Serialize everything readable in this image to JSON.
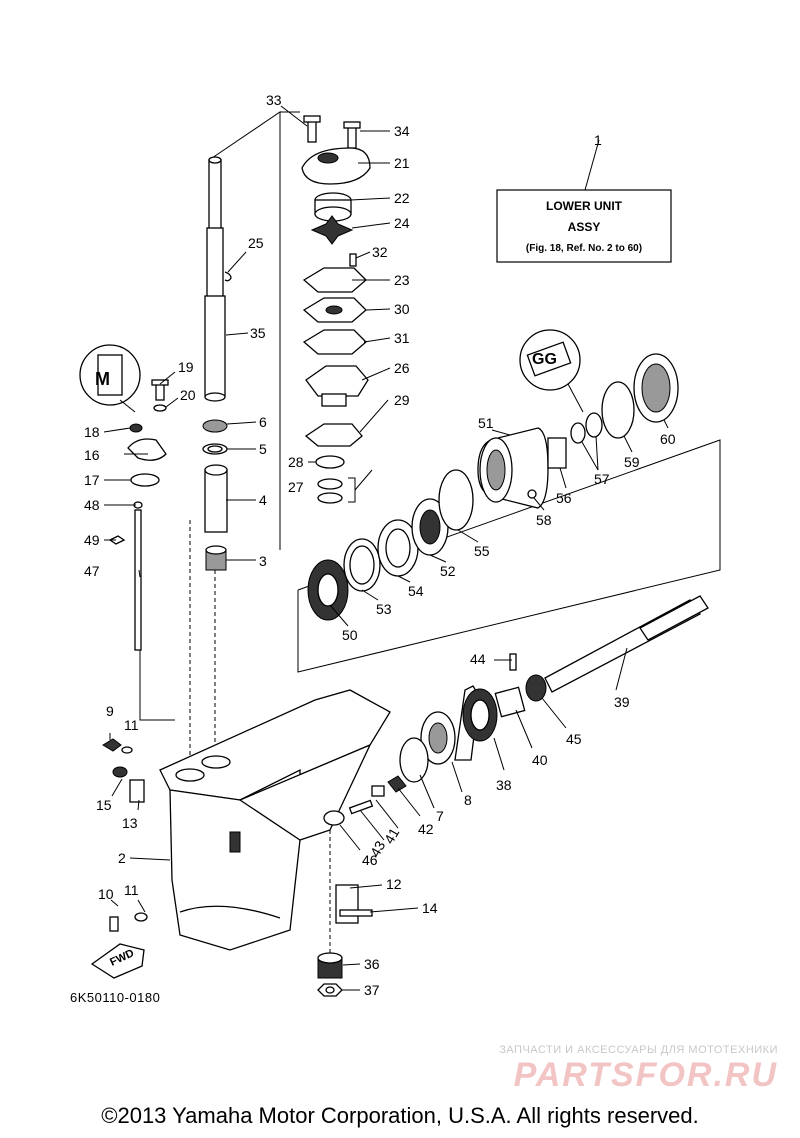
{
  "legend": {
    "callout": "1",
    "line1": "LOWER  UNIT",
    "line2": "ASSY",
    "line3": "(Fig. 18, Ref. No. 2 to 60)"
  },
  "callouts": [
    "2",
    "3",
    "4",
    "5",
    "6",
    "7",
    "8",
    "9",
    "10",
    "11",
    "11",
    "12",
    "13",
    "14",
    "15",
    "16",
    "17",
    "18",
    "19",
    "20",
    "21",
    "22",
    "23",
    "24",
    "25",
    "26",
    "27",
    "28",
    "29",
    "30",
    "31",
    "32",
    "33",
    "34",
    "35",
    "36",
    "37",
    "38",
    "39",
    "40",
    "41",
    "42",
    "43",
    "44",
    "45",
    "46",
    "47",
    "48",
    "49",
    "50",
    "51",
    "52",
    "53",
    "54",
    "55",
    "56",
    "57",
    "58",
    "59",
    "60"
  ],
  "labels": {
    "fwd": "FWD",
    "sealant_left": "M",
    "grease_right": "GG"
  },
  "diagram_code": "6K50110-0180",
  "watermark": {
    "tagline": "ЗАПЧАСТИ И АКСЕССУАРЫ ДЛЯ МОТОТЕХНИКИ",
    "logo": "PARTSFOR.RU"
  },
  "copyright": "©2013 Yamaha Motor Corporation, U.S.A. All rights reserved.",
  "colors": {
    "ink": "#000000",
    "watermark_logo": "#f2c4c4",
    "watermark_text": "#c8c8c8"
  }
}
